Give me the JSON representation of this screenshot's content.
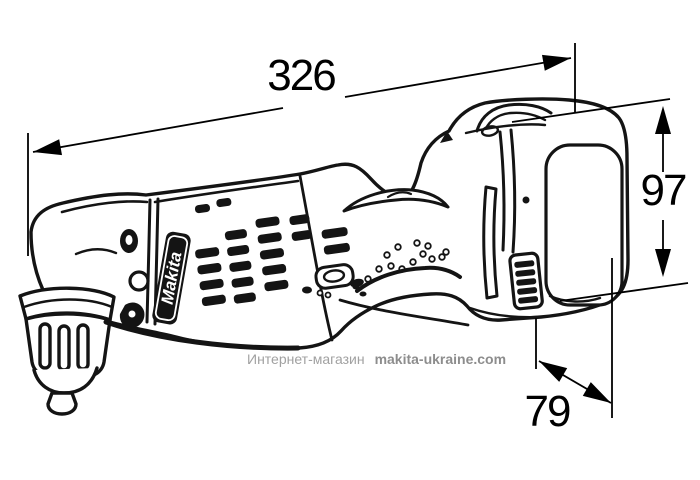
{
  "diagram": {
    "brand": {
      "logo_text": "Makita"
    },
    "dimensions": {
      "length": {
        "value": "326"
      },
      "height": {
        "value": "97"
      },
      "depth": {
        "value": "79"
      }
    },
    "watermark": {
      "prefix": "Интернет-магазин",
      "domain": "makita-ukraine.com"
    },
    "colors": {
      "line": "#141414",
      "dimension_text": "#000000",
      "watermark_prefix": "#a1a1a1",
      "watermark_domain": "#8d8d8d",
      "background": "#ffffff"
    }
  }
}
